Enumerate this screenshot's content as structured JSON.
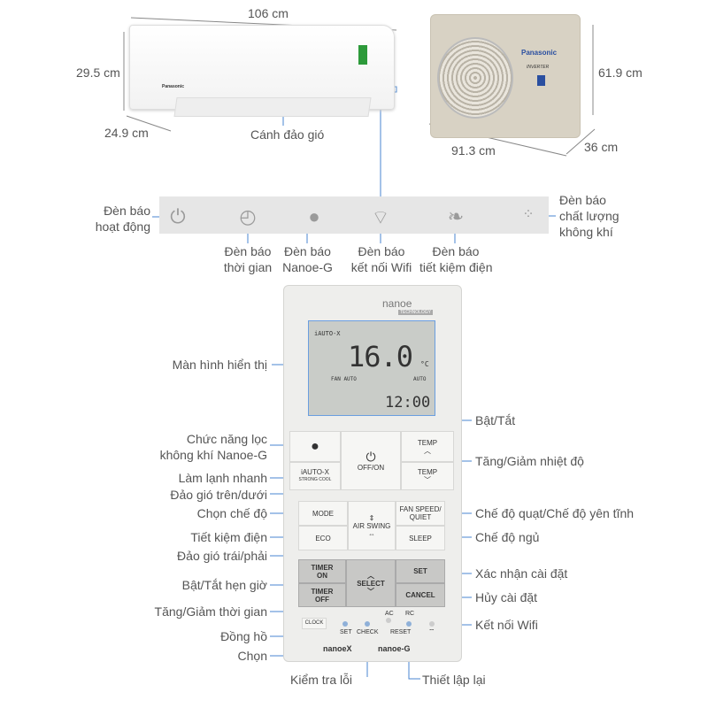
{
  "dimensions": {
    "indoor_width": "106 cm",
    "indoor_height": "29.5 cm",
    "indoor_depth": "24.9 cm",
    "outdoor_height": "61.9 cm",
    "outdoor_width": "91.3 cm",
    "outdoor_depth": "36 cm"
  },
  "indoor_label": "Cánh đảo gió",
  "indoor_brand": "Panasonic",
  "outdoor_brand": "Panasonic",
  "outdoor_inverter": "INVERTER",
  "panel_labels": {
    "power": "Đèn báo\nhoạt động",
    "timer": "Đèn báo\nthời gian",
    "nanoe": "Đèn báo\nNanoe-G",
    "wifi": "Đèn báo\nkết nối Wifi",
    "eco": "Đèn báo\ntiết kiệm điện",
    "air": "Đèn báo\nchất lượng\nkhông khí"
  },
  "remote": {
    "logo": "nanoe",
    "logo_sub": "TECHNOLOGY",
    "lcd": {
      "mode": "iAUTO-X",
      "temp": "16.0",
      "unit": "°C",
      "fan": "FAN AUTO",
      "swing": "AUTO",
      "time": "12:00"
    },
    "buttons": {
      "iauto": "iAUTO-X",
      "strong_cool": "STRONG COOL",
      "offon": "OFF/ON",
      "temp": "TEMP",
      "mode": "MODE",
      "eco": "ECO",
      "air_swing": "AIR SWING",
      "fan_speed": "FAN SPEED/\nQUIET",
      "sleep": "SLEEP",
      "timer_on": "TIMER\nON",
      "timer_off": "TIMER\nOFF",
      "select": "SELECT",
      "set": "SET",
      "cancel": "CANCEL",
      "clock": "CLOCK",
      "set_small": "SET",
      "check": "CHECK",
      "ac": "AC",
      "rc": "RC",
      "reset": "RESET"
    },
    "footer_left": "nanoeX",
    "footer_right": "nanoe-G"
  },
  "callouts_left": [
    "Màn hình hiển thị",
    "Chức năng lọc\nkhông khí Nanoe-G",
    "Làm lạnh nhanh",
    "Đảo gió trên/dưới",
    "Chọn chế độ",
    "Tiết kiệm điện",
    "Đảo gió trái/phải",
    "Bật/Tắt hẹn giờ",
    "Tăng/Giảm thời gian",
    "Đồng hồ",
    "Chọn"
  ],
  "callouts_right": [
    "Bật/Tắt",
    "Tăng/Giảm nhiệt độ",
    "Chế độ quạt/Chế độ yên tĩnh",
    "Chế độ ngủ",
    "Xác nhận cài đặt",
    "Hủy cài đặt",
    "Kết nối Wifi"
  ],
  "callouts_bottom": [
    "Kiểm tra lỗi",
    "Thiết lập lại"
  ],
  "colors": {
    "line": "#4a86d0",
    "panel": "#e6e6e6"
  }
}
